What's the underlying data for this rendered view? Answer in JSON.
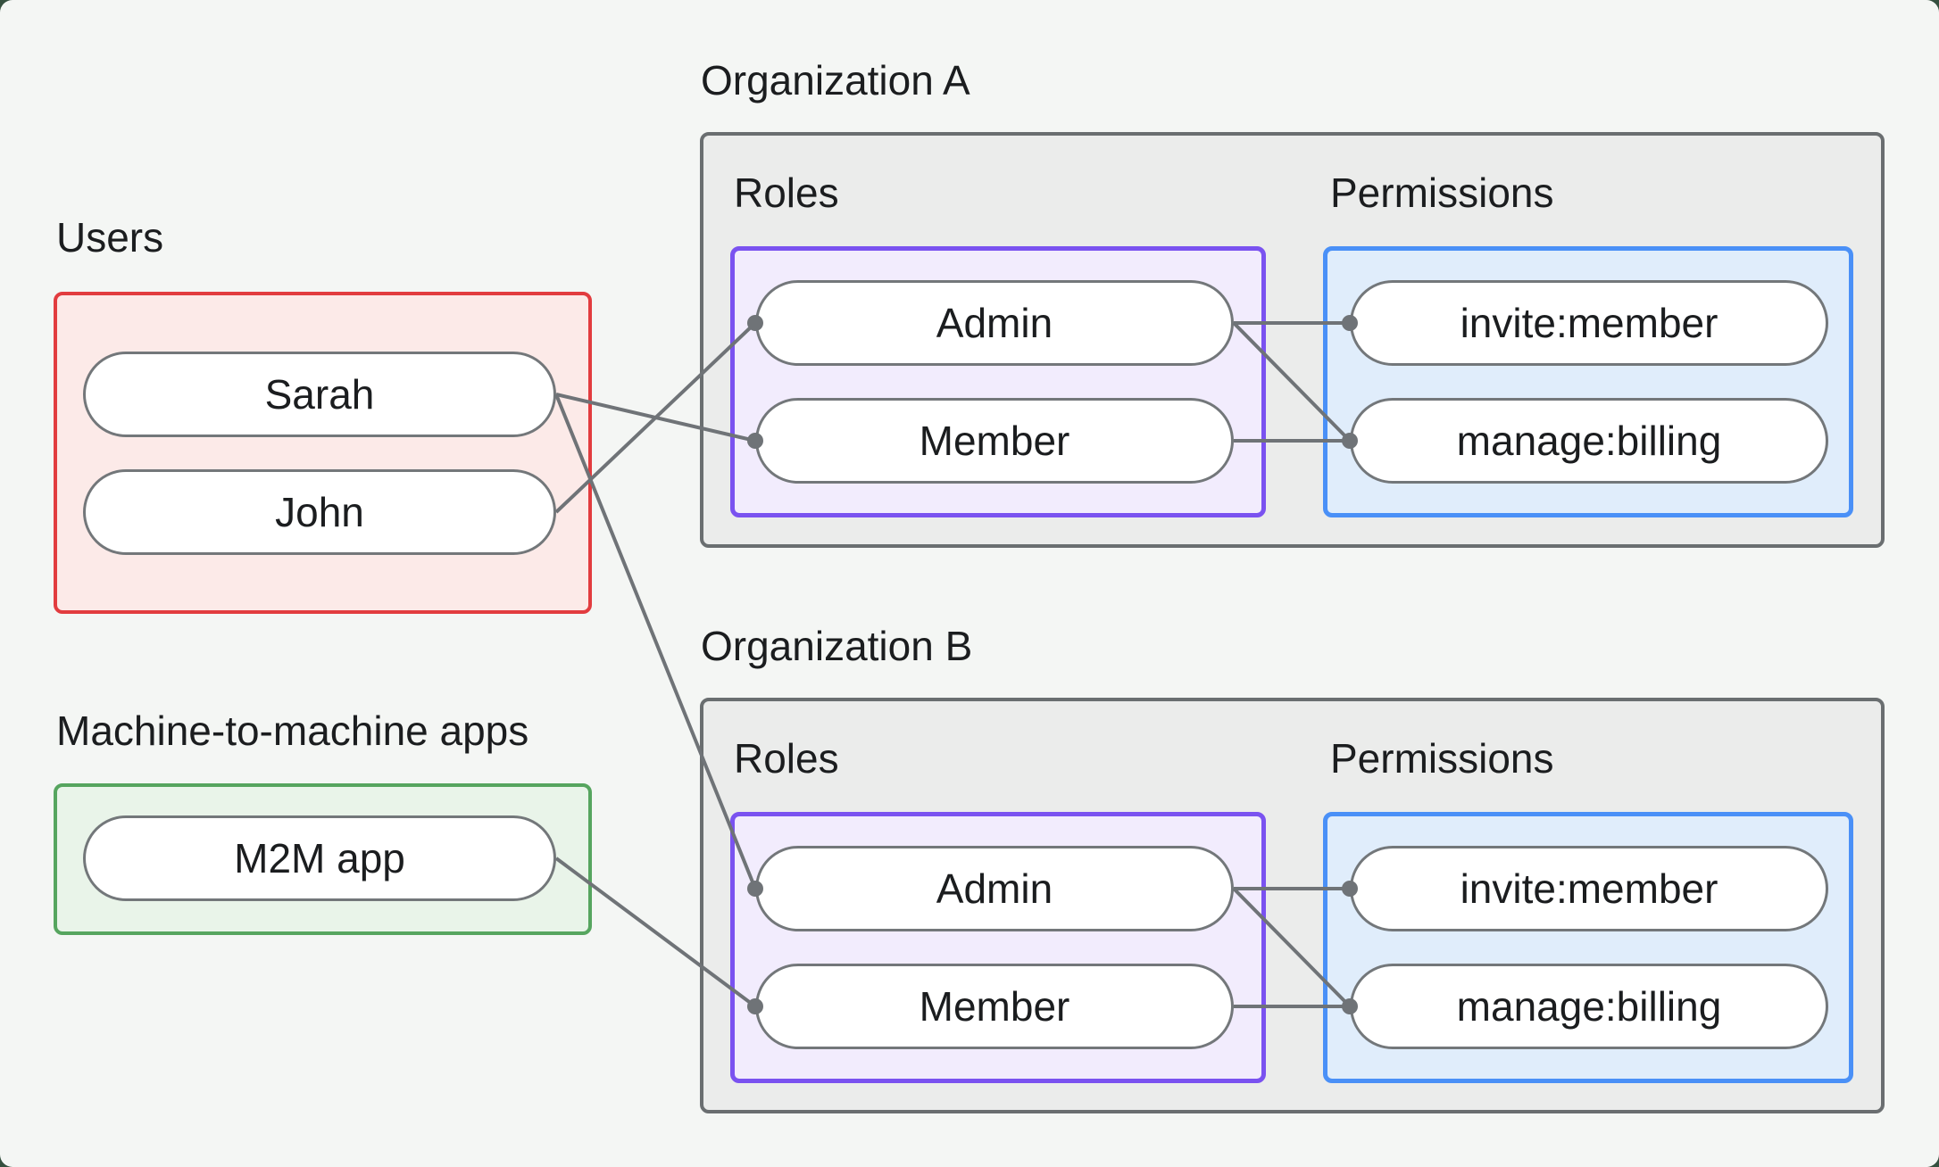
{
  "colors": {
    "frame": "#35503f",
    "canvas_bg": "#f4f6f4",
    "text": "#1b1d1f",
    "org_fill": "#ebeceb",
    "org_border": "#6a6e70",
    "red_fill": "#fceae8",
    "red_border": "#e23c3f",
    "green_fill": "#e9f4e9",
    "green_border": "#56a55f",
    "purple_fill": "#f2ecfd",
    "purple_border": "#7a52f0",
    "blue_fill": "#e0edfb",
    "blue_border": "#4a90f7",
    "pill_fill": "#ffffff",
    "pill_border": "#73777a",
    "line": "#6f7377"
  },
  "left": {
    "users_label": "Users",
    "m2m_label": "Machine-to-machine apps",
    "users": [
      {
        "id": "sarah",
        "label": "Sarah"
      },
      {
        "id": "john",
        "label": "John"
      }
    ],
    "apps": [
      {
        "id": "m2m_app",
        "label": "M2M app"
      }
    ]
  },
  "org_a": {
    "title": "Organization A",
    "roles_label": "Roles",
    "permissions_label": "Permissions",
    "roles": [
      {
        "id": "org_a_admin",
        "label": "Admin"
      },
      {
        "id": "org_a_member",
        "label": "Member"
      }
    ],
    "permissions": [
      {
        "id": "org_a_invite",
        "label": "invite:member"
      },
      {
        "id": "org_a_manage",
        "label": "manage:billing"
      }
    ]
  },
  "org_b": {
    "title": "Organization B",
    "roles_label": "Roles",
    "permissions_label": "Permissions",
    "roles": [
      {
        "id": "org_b_admin",
        "label": "Admin"
      },
      {
        "id": "org_b_member",
        "label": "Member"
      }
    ],
    "permissions": [
      {
        "id": "org_b_invite",
        "label": "invite:member"
      },
      {
        "id": "org_b_manage",
        "label": "manage:billing"
      }
    ]
  },
  "connections": [
    {
      "from": "sarah",
      "to": "org_a_member"
    },
    {
      "from": "john",
      "to": "org_a_admin"
    },
    {
      "from": "sarah",
      "to": "org_b_admin"
    },
    {
      "from": "m2m_app",
      "to": "org_b_member"
    },
    {
      "from": "org_a_admin",
      "to": "org_a_invite"
    },
    {
      "from": "org_a_admin",
      "to": "org_a_manage"
    },
    {
      "from": "org_a_member",
      "to": "org_a_manage"
    },
    {
      "from": "org_b_admin",
      "to": "org_b_invite"
    },
    {
      "from": "org_b_admin",
      "to": "org_b_manage"
    },
    {
      "from": "org_b_member",
      "to": "org_b_manage"
    }
  ]
}
